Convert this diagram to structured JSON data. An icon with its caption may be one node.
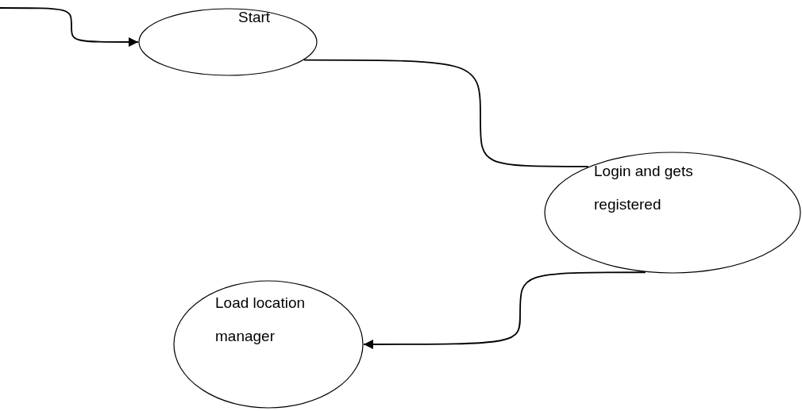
{
  "diagram": {
    "nodes": [
      {
        "text": [
          "Start"
        ]
      },
      {
        "text": [
          "Login and gets registered"
        ]
      },
      {
        "text": [
          "Load location manager"
        ]
      }
    ],
    "edges": [
      {
        "from": null,
        "to": 0,
        "arrow": "to"
      },
      {
        "from": 0,
        "to": 1,
        "arrow": "none"
      },
      {
        "from": 1,
        "to": 2,
        "arrow": "to"
      }
    ]
  }
}
